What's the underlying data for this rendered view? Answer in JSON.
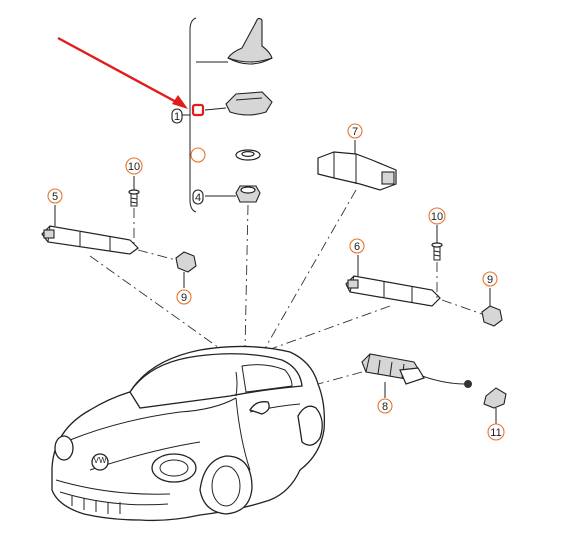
{
  "callouts": [
    {
      "id": "c1",
      "label": "1"
    },
    {
      "id": "c2",
      "label": ""
    },
    {
      "id": "c3",
      "label": ""
    },
    {
      "id": "c4",
      "label": "4"
    },
    {
      "id": "c5",
      "label": "5"
    },
    {
      "id": "c6",
      "label": "6"
    },
    {
      "id": "c7",
      "label": "7"
    },
    {
      "id": "c8",
      "label": "8"
    },
    {
      "id": "c9a",
      "label": "9"
    },
    {
      "id": "c9b",
      "label": "9"
    },
    {
      "id": "c10a",
      "label": "10"
    },
    {
      "id": "c10b",
      "label": "10"
    },
    {
      "id": "c11",
      "label": "11"
    }
  ],
  "colors": {
    "callout_ring": "#e8742f",
    "arrow": "#e21b1b",
    "ink": "#222222",
    "highlight": "#e21b1b"
  },
  "car_badge": "VW"
}
